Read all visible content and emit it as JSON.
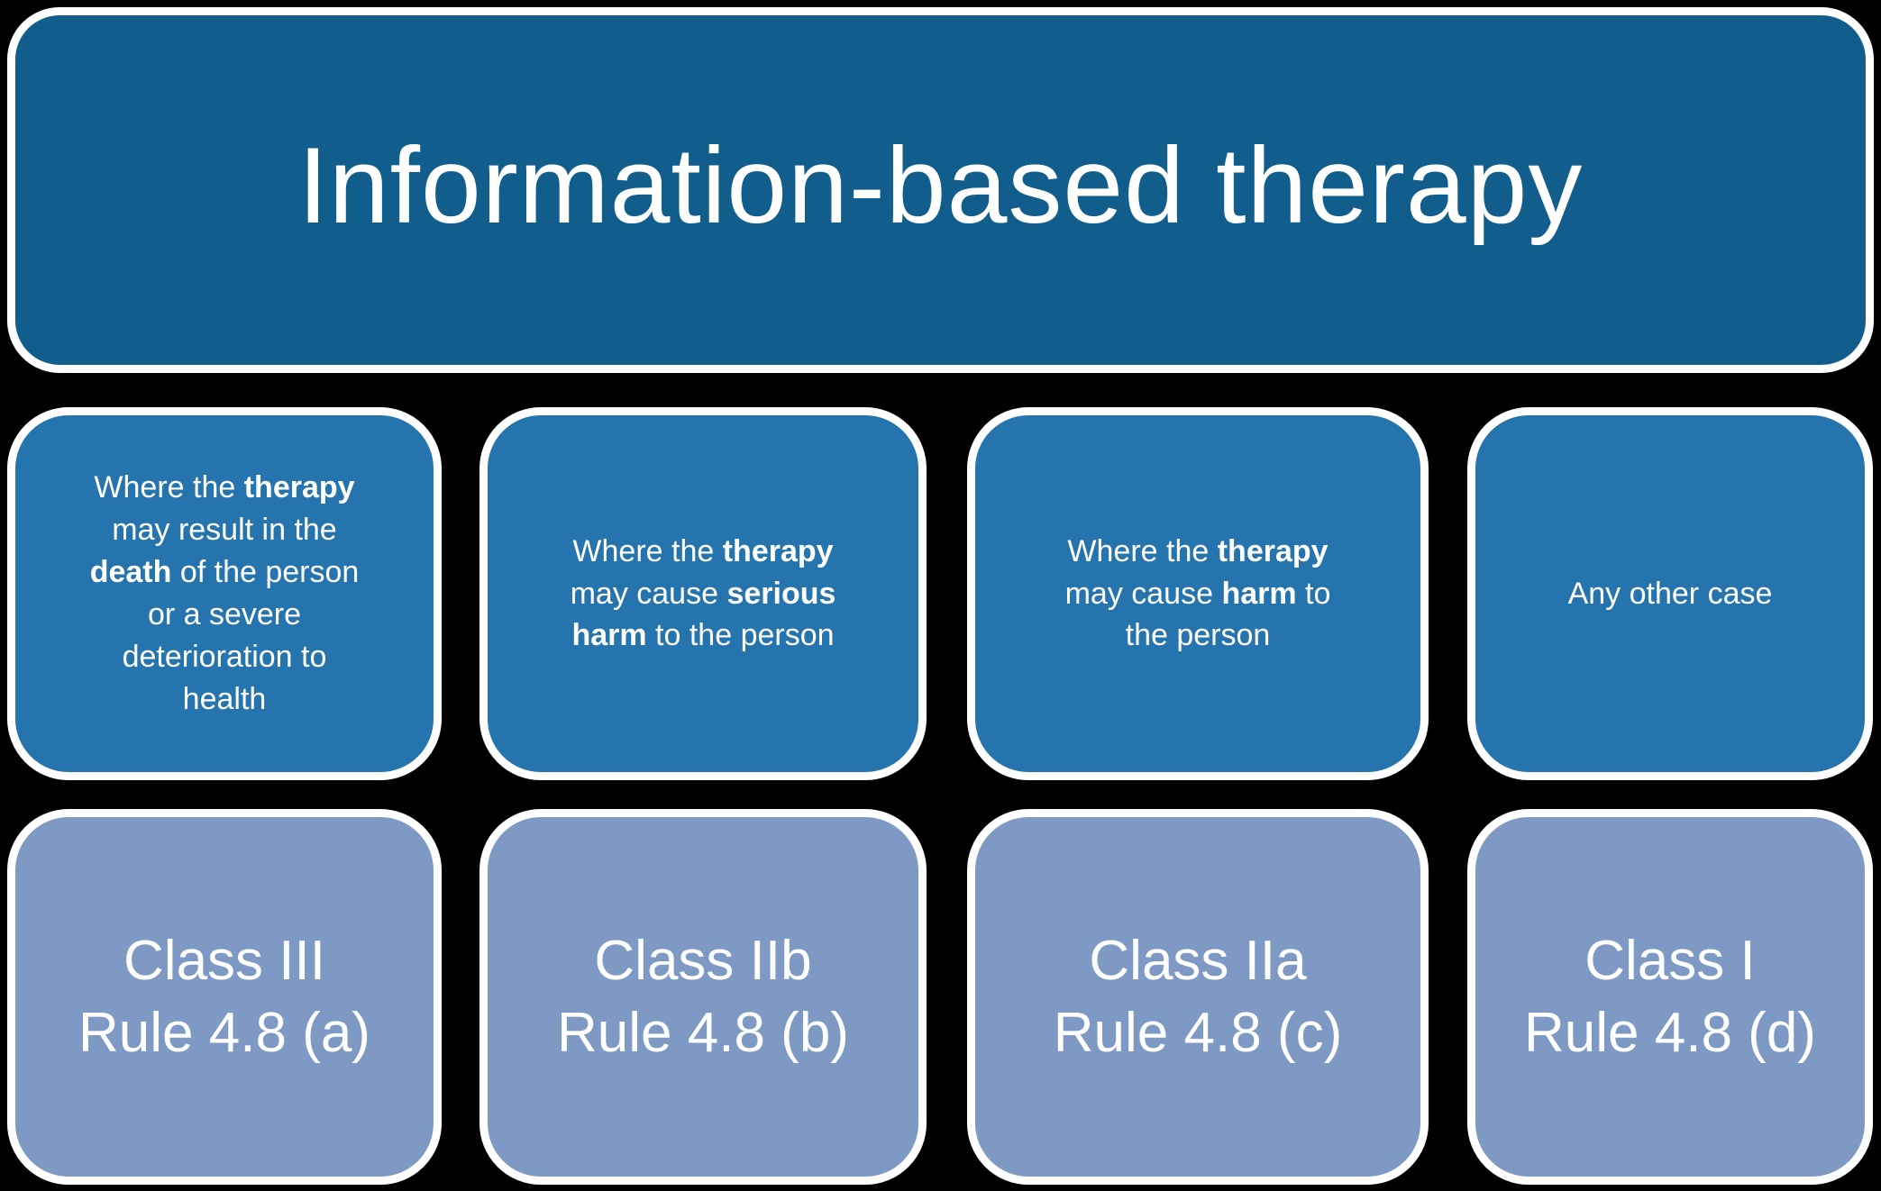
{
  "title": "Information-based therapy",
  "colors": {
    "title_box": "#115E8D",
    "condition_box": "#2574AE",
    "class_box": "#7E99C3",
    "border": "#ffffff",
    "text": "#ffffff",
    "background": "#000000"
  },
  "columns": [
    {
      "condition_segments": [
        {
          "t": "Where the ",
          "b": 0
        },
        {
          "t": "therapy",
          "b": 1
        },
        {
          "t": "\nmay result in the\n",
          "b": 0
        },
        {
          "t": "death",
          "b": 1
        },
        {
          "t": " of the person\nor a severe\ndeterioration to\nhealth",
          "b": 0
        }
      ],
      "class_label": "Class III",
      "rule_label": "Rule 4.8 (a)"
    },
    {
      "condition_segments": [
        {
          "t": "Where the ",
          "b": 0
        },
        {
          "t": "therapy",
          "b": 1
        },
        {
          "t": "\nmay cause ",
          "b": 0
        },
        {
          "t": "serious\nharm",
          "b": 1
        },
        {
          "t": " to the person",
          "b": 0
        }
      ],
      "class_label": "Class IIb",
      "rule_label": "Rule 4.8 (b)"
    },
    {
      "condition_segments": [
        {
          "t": "Where the ",
          "b": 0
        },
        {
          "t": "therapy",
          "b": 1
        },
        {
          "t": "\nmay cause ",
          "b": 0
        },
        {
          "t": "harm",
          "b": 1
        },
        {
          "t": " to\nthe person",
          "b": 0
        }
      ],
      "class_label": "Class IIa",
      "rule_label": "Rule 4.8 (c)"
    },
    {
      "condition_segments": [
        {
          "t": "Any other case",
          "b": 0
        }
      ],
      "class_label": "Class I",
      "rule_label": "Rule 4.8 (d)"
    }
  ]
}
